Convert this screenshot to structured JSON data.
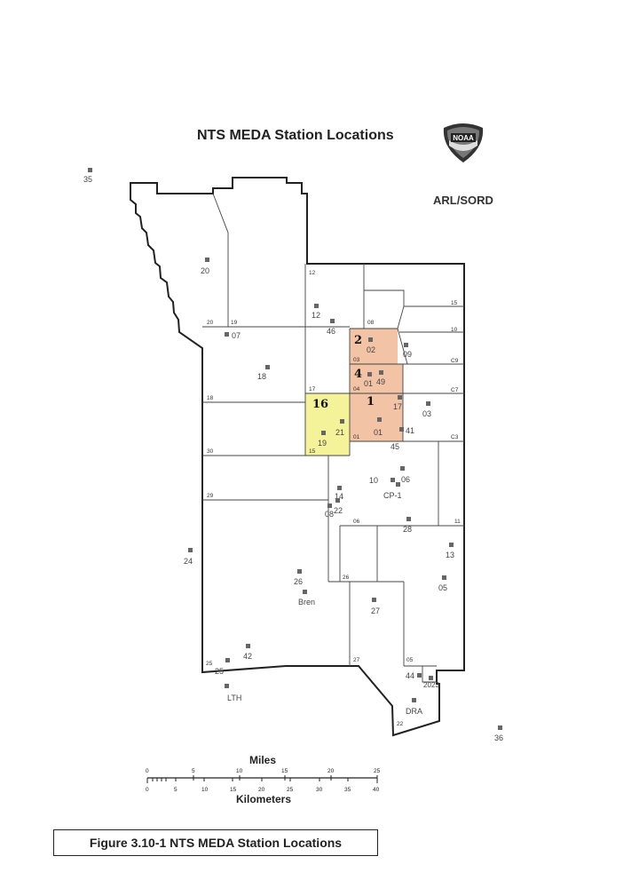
{
  "title": "NTS MEDA Station Locations",
  "organization": "ARL/SORD",
  "logo_text": "NOAA",
  "caption": "Figure 3.10-1 NTS MEDA Station Locations",
  "scale": {
    "miles_label": "Miles",
    "km_label": "Kilometers",
    "miles_ticks": [
      "0",
      "5",
      "10",
      "15",
      "20",
      "25"
    ],
    "km_ticks": [
      "0",
      "5",
      "10",
      "15",
      "20",
      "25",
      "30",
      "35",
      "40"
    ]
  },
  "highlighted_areas": [
    {
      "label": "2",
      "color": "#f3c3a6"
    },
    {
      "label": "4",
      "color": "#f3c3a6"
    },
    {
      "label": "1",
      "color": "#f3c3a6"
    },
    {
      "label": "16",
      "color": "#f5f39a"
    }
  ],
  "area_labels": [
    "12",
    "15",
    "10",
    "C9",
    "C7",
    "C3",
    "20",
    "19",
    "18",
    "17",
    "30",
    "29",
    "08",
    "03",
    "04",
    "01",
    "15",
    "06",
    "11",
    "26",
    "25",
    "27",
    "05",
    "22"
  ],
  "stations": [
    "35",
    "20",
    "12",
    "46",
    "07",
    "18",
    "02",
    "09",
    "01",
    "49",
    "17",
    "03",
    "01",
    "41",
    "45",
    "21",
    "19",
    "10",
    "06",
    "CP-1",
    "14",
    "22",
    "08",
    "28",
    "13",
    "24",
    "26",
    "Bren",
    "05",
    "27",
    "42",
    "25",
    "LTH",
    "44",
    "20",
    "23",
    "DRA",
    "36"
  ]
}
